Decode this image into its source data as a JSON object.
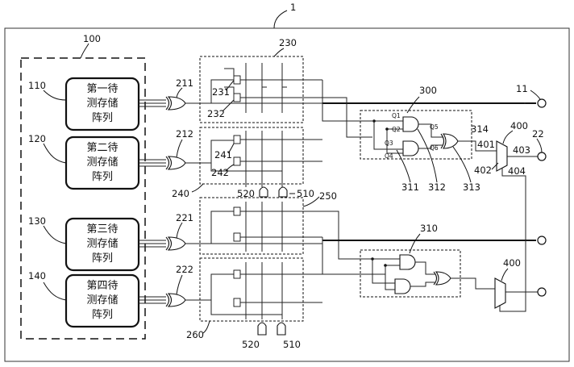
{
  "labels": {
    "system": "1",
    "group": "100",
    "arrays": [
      {
        "ref": "110",
        "lines": [
          "第一待",
          "测存储",
          "阵列"
        ]
      },
      {
        "ref": "120",
        "lines": [
          "第二待",
          "测存储",
          "阵列"
        ]
      },
      {
        "ref": "130",
        "lines": [
          "第三待",
          "测存储",
          "阵列"
        ]
      },
      {
        "ref": "140",
        "lines": [
          "第四待",
          "测存储",
          "阵列"
        ]
      }
    ],
    "xor_gates": {
      "g211": "211",
      "g212": "212",
      "g221": "221",
      "g222": "222"
    },
    "units": {
      "u230": "230",
      "u240": "240",
      "u250": "250",
      "u260": "260"
    },
    "inner": {
      "i231": "231",
      "i232": "232",
      "i241": "241",
      "i242": "242"
    },
    "signals_top": {
      "a": "520",
      "b": "510"
    },
    "signals_bottom": {
      "a": "520",
      "b": "510"
    },
    "logic_top": {
      "block": "300",
      "a": "311",
      "b": "312",
      "c": "313",
      "d": "314"
    },
    "logic_bottom": {
      "block": "310"
    },
    "gate_pins": {
      "q1": "Q1",
      "q2": "Q2",
      "q3": "Q3",
      "q4": "Q4",
      "q5": "Q5",
      "q6": "Q6"
    },
    "outputs": {
      "o11": "11",
      "o22": "22"
    },
    "mux_top": {
      "ref": "400",
      "p401": "401",
      "p402": "402",
      "p403": "403",
      "p404": "404"
    },
    "mux_bottom": {
      "ref": "400"
    }
  }
}
